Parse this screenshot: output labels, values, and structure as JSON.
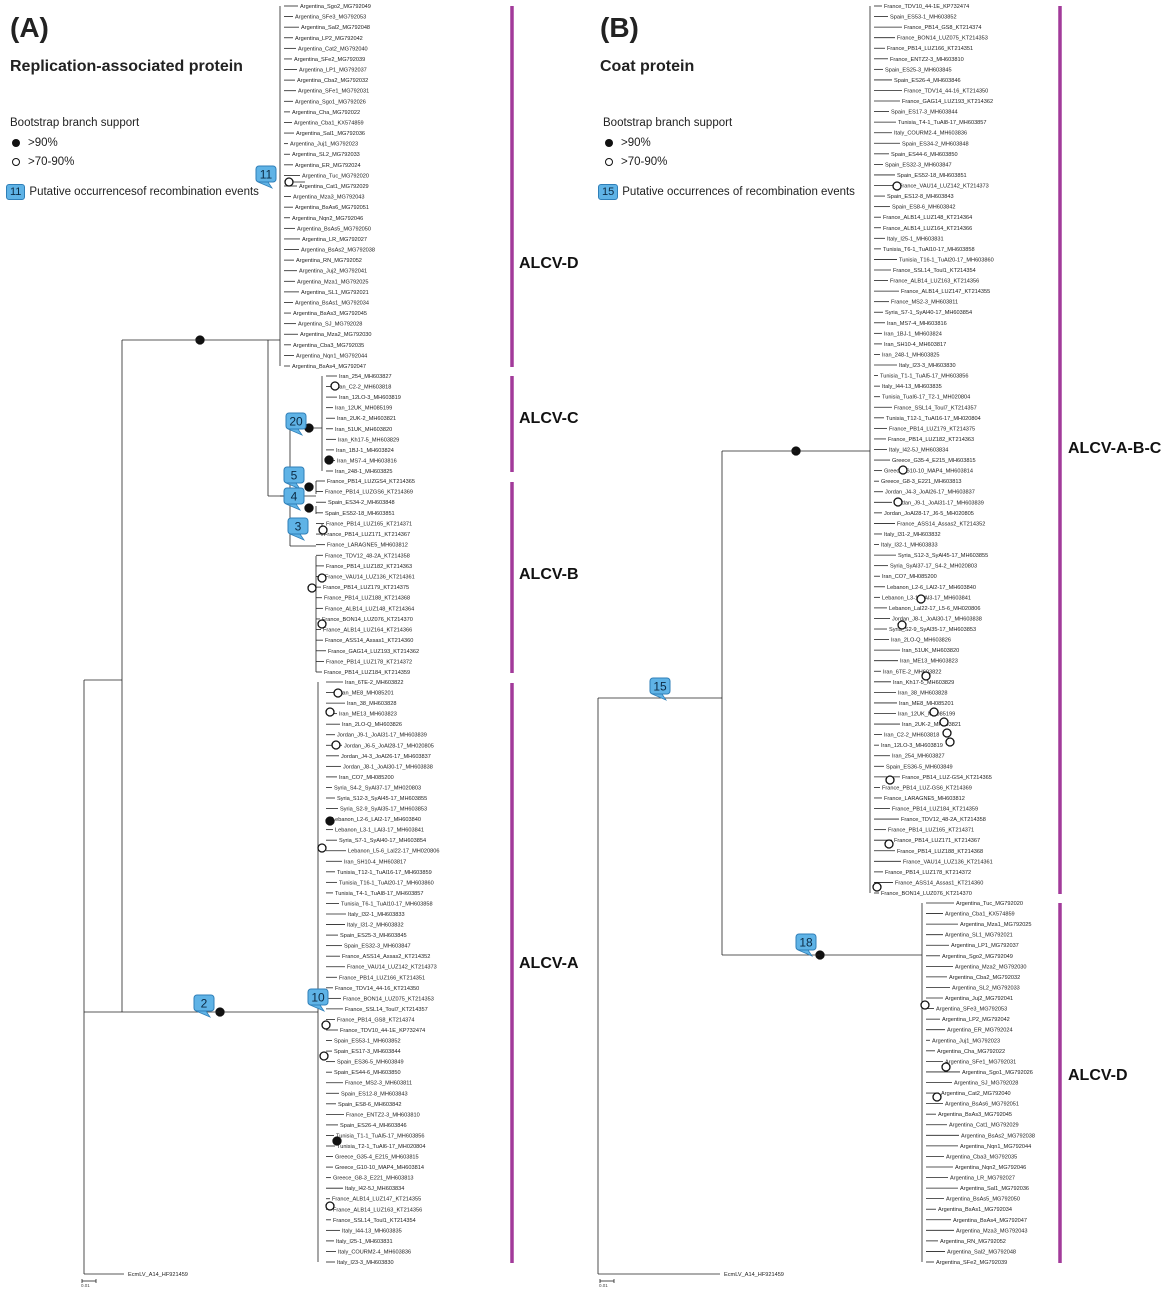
{
  "panelA": {
    "letter": "(A)",
    "title": "Replication-associated protein",
    "legend": {
      "title": "Bootstrap branch support",
      "high": ">90%",
      "mid": ">70-90%",
      "events": "Putative occurrencesof recombination events",
      "events_count": "11"
    },
    "clades": [
      "ALCV-D",
      "ALCV-C",
      "ALCV-B",
      "ALCV-A"
    ],
    "events": [
      "11",
      "20",
      "5",
      "4",
      "3",
      "2",
      "10"
    ],
    "outgroup": "EcmLV_A14_HF921459",
    "scale": "0.01",
    "groups": {
      "D": [
        "Argentina_Sgo2_MG792049",
        "Argentina_SFe3_MG792053",
        "Argentina_Sal2_MG792048",
        "Argentina_LP2_MG792042",
        "Argentina_Cat2_MG792040",
        "Argentina_SFe2_MG792039",
        "Argentina_LP1_MG792037",
        "Argentina_Cba2_MG792032",
        "Argentina_SFe1_MG792031",
        "Argentina_Sgo1_MG792026",
        "Argentina_Cha_MG792022",
        "Argentina_Cba1_KX574859",
        "Argentina_Sal1_MG792036",
        "Argentina_Juj1_MG792023",
        "Argentina_SL2_MG792033",
        "Argentina_ER_MG792024",
        "Argentina_Tuc_MG792020",
        "Argentina_Cat1_MG792029",
        "Argentina_Mza3_MG792043",
        "Argentina_BsAs6_MG792051",
        "Argentina_Nqn2_MG792046",
        "Argentina_BsAs5_MG792050",
        "Argentina_LR_MG792027",
        "Argentina_BsAs2_MG792038",
        "Argentina_RN_MG792052",
        "Argentina_Juj2_MG792041",
        "Argentina_Mza1_MG792025",
        "Argentina_SL1_MG792021",
        "Argentina_BsAs1_MG792034",
        "Argentina_BsAs3_MG792045",
        "Argentina_SJ_MG792028",
        "Argentina_Mza2_MG792030",
        "Argentina_Cba3_MG792035",
        "Argentina_Nqn1_MG792044",
        "Argentina_BsAs4_MG792047"
      ],
      "C": [
        "Iran_254_MH603827",
        "Iran_C2-2_MH603818",
        "Iran_12LO-3_MH603819",
        "Iran_12UK_MH085199",
        "Iran_2UK-2_MH603821",
        "Iran_51UK_MH603820",
        "Iran_Kh17-5_MH603829",
        "Iran_1BJ-1_MH603824",
        "Iran_MS7-4_MH603816",
        "Iran_248-1_MH603825"
      ],
      "B": [
        "France_PB14_LUZGS4_KT214365",
        "France_PB14_LUZGS6_KT214369",
        "Spain_ES34-2_MH603848",
        "Spain_ES52-18_MH603851",
        "France_PB14_LUZ165_KT214371",
        "France_PB14_LUZ171_KT214367",
        "France_LARAGNE5_MH603812",
        "France_TDV12_48-2A_KT214358",
        "France_PB14_LUZ182_KT214363",
        "France_VAU14_LUZ136_KT214361",
        "France_PB14_LUZ179_KT214375",
        "France_PB14_LUZ188_KT214368",
        "France_ALB14_LUZ148_KT214364",
        "France_BON14_LUZ076_KT214370",
        "France_ALB14_LUZ164_KT214366",
        "France_ASS14_Assas1_KT214360",
        "France_GAG14_LUZ193_KT214362",
        "France_PB14_LUZ178_KT214372",
        "France_PB14_LUZ184_KT214359"
      ],
      "A": [
        "Iran_6TE-2_MH603822",
        "Iran_ME8_MH085201",
        "Iran_38_MH603828",
        "Iran_ME13_MH603823",
        "Iran_2LO-Q_MH603826",
        "Jordan_J9-1_JoAl31-17_MH603839",
        "Jordan_J6-5_JoAl28-17_MH020805",
        "Jordan_J4-3_JoAl26-17_MH603837",
        "Jordan_J8-1_JoAl30-17_MH603838",
        "Iran_CO7_MH085200",
        "Syria_S4-2_SyAl37-17_MH020803",
        "Syria_S12-3_SyAl45-17_MH603855",
        "Syria_S2-9_SyAl35-17_MH603853",
        "Lebanon_L2-6_LAl2-17_MH603840",
        "Lebanon_L3-1_LAl3-17_MH603841",
        "Syria_S7-1_SyAl40-17_MH603854",
        "Lebanon_L5-6_Lal22-17_MH020806",
        "Iran_SH10-4_MH603817",
        "Tunisia_T12-1_TuAl16-17_MH603859",
        "Tunisia_T16-1_TuAl20-17_MH603860",
        "Tunisia_T4-1_TuAl8-17_MH603857",
        "Tunisia_T6-1_TuAl10-17_MH603858",
        "Italy_I32-1_MH603833",
        "Italy_I31-2_MH603832",
        "Spain_ES25-3_MH603845",
        "Spain_ES32-3_MH603847",
        "France_ASS14_Assas2_KT214352",
        "France_VAU14_LUZ142_KT214373",
        "France_PB14_LUZ166_KT214351",
        "France_TDV14_44-16_KT214350",
        "France_BON14_LUZ075_KT214353",
        "France_SSL14_Toul7_KT214357",
        "France_PB14_GS8_KT214374",
        "France_TDV10_44-1E_KP732474",
        "Spain_ES53-1_MH603852",
        "Spain_ES17-3_MH603844",
        "Spain_ES36-5_MH603849",
        "Spain_ES44-6_MH603850",
        "France_MS2-3_MH603811",
        "Spain_ES12-8_MH603843",
        "Spain_ES8-6_MH603842",
        "France_ENTZ2-3_MH603810",
        "Spain_ES26-4_MH603846",
        "Tunisia_T1-1_TuAl5-17_MH603856",
        "Tunisia_T2-1_TuAl6-17_MH020804",
        "Greece_G35-4_E215_MH603815",
        "Greece_G10-10_MAP4_MH603814",
        "Greece_G8-3_E221_MH603813",
        "Italy_I42-5J_MH603834",
        "France_ALB14_LUZ147_KT214355",
        "France_ALB14_LUZ163_KT214356",
        "France_SSL14_Toul1_KT214354",
        "Italy_I44-13_MH603835",
        "Italy_I25-1_MH603831",
        "Italy_COURM2-4_MH603836",
        "Italy_I23-3_MH603830"
      ]
    }
  },
  "panelB": {
    "letter": "(B)",
    "title": "Coat protein",
    "legend": {
      "title": "Bootstrap branch support",
      "high": ">90%",
      "mid": ">70-90%",
      "events": "Putative occurrences of recombination events",
      "events_count": "15"
    },
    "clades": [
      "ALCV-A-B-C",
      "ALCV-D"
    ],
    "events": [
      "15",
      "18"
    ],
    "outgroup": "EcmLV_A14_HF921459",
    "scale": "0.01",
    "groups": {
      "ABC": [
        "France_TDV10_44-1E_KP732474",
        "Spain_ES53-1_MH603852",
        "France_PB14_GS8_KT214374",
        "France_BON14_LUZ075_KT214353",
        "France_PB14_LUZ166_KT214351",
        "France_ENTZ2-3_MH603810",
        "Spain_ES25-3_MH603845",
        "Spain_ES26-4_MH603846",
        "France_TDV14_44-16_KT214350",
        "France_GAG14_LUZ193_KT214362",
        "Spain_ES17-3_MH603844",
        "Tunisia_T4-1_TuAl8-17_MH603857",
        "Italy_COURM2-4_MH603836",
        "Spain_ES34-2_MH603848",
        "Spain_ES44-6_MH603850",
        "Spain_ES32-3_MH603847",
        "Spain_ES52-18_MH603851",
        "France_VAU14_LUZ142_KT214373",
        "Spain_ES12-8_MH603843",
        "Spain_ES8-6_MH603842",
        "France_ALB14_LUZ148_KT214364",
        "France_ALB14_LUZ164_KT214366",
        "Italy_I25-1_MH603831",
        "Tunisia_T6-1_TuAl10-17_MH603858",
        "Tunisia_T16-1_TuAl20-17_MH603860",
        "France_SSL14_Toul1_KT214354",
        "France_ALB14_LUZ163_KT214356",
        "France_ALB14_LUZ147_KT214355",
        "France_MS2-3_MH603811",
        "Syria_S7-1_SyAl40-17_MH603854",
        "Iran_MS7-4_MH603816",
        "Iran_1BJ-1_MH603824",
        "Iran_SH10-4_MH603817",
        "Iran_248-1_MH603825",
        "Italy_I23-3_MH603830",
        "Tunisia_T1-1_TuAl5-17_MH603856",
        "Italy_I44-13_MH603835",
        "Tunisia_TuaI6-17_T2-1_MH020804",
        "France_SSL14_Toul7_KT214357",
        "Tunisia_T12-1_TuAl16-17_MH020804",
        "France_PB14_LUZ179_KT214375",
        "France_PB14_LUZ182_KT214363",
        "Italy_I42-5J_MH603834",
        "Greece_G35-4_E215_MH603815",
        "Greece_G10-10_MAP4_MH603814",
        "Greece_G8-3_E221_MH603813",
        "Jordan_J4-3_JoAl26-17_MH603837",
        "Jordan_J9-1_JoAl31-17_MH603839",
        "Jordan_JoAl28-17_J6-5_MH020805",
        "France_ASS14_Assas2_KT214352",
        "Italy_I31-2_MH603832",
        "Italy_I32-1_MH603833",
        "Syria_S12-3_SyAl45-17_MH603855",
        "Syria_SyAl37-17_S4-2_MH020803",
        "Iran_CO7_MH085200",
        "Lebanon_L2-6_LAl2-17_MH603840",
        "Lebanon_L3-1_LAl3-17_MH603841",
        "Lebanon_Lal22-17_L5-6_MH020806",
        "Jordan_J8-1_JoAl30-17_MH603838",
        "Syria_S2-9_SyAl35-17_MH603853",
        "Iran_2LO-Q_MH603826",
        "Iran_51UK_MH603820",
        "Iran_ME13_MH603823",
        "Iran_6TE-2_MH603822",
        "Iran_Kh17-5_MH603829",
        "Iran_38_MH603828",
        "Iran_ME8_MH085201",
        "Iran_12UK_MH085199",
        "Iran_2UK-2_MH603821",
        "Iran_C2-2_MH603818",
        "Iran_12LO-3_MH603819",
        "Iran_254_MH603827",
        "Spain_ES36-5_MH603849",
        "France_PB14_LUZ-GS4_KT214365",
        "France_PB14_LUZ-GS6_KT214369",
        "France_LARAGNE5_MH603812",
        "France_PB14_LUZ184_KT214359",
        "France_TDV12_48-2A_KT214358",
        "France_PB14_LUZ165_KT214371",
        "France_PB14_LUZ171_KT214367",
        "France_PB14_LUZ188_KT214368",
        "France_VAU14_LUZ136_KT214361",
        "France_PB14_LUZ178_KT214372",
        "France_ASS14_Assas1_KT214360",
        "France_BON14_LUZ076_KT214370"
      ],
      "D": [
        "Argentina_Tuc_MG792020",
        "Argentina_Cba1_KX574859",
        "Argentina_Mza1_MG792025",
        "Argentina_SL1_MG792021",
        "Argentina_LP1_MG792037",
        "Argentina_Sgo2_MG792049",
        "Argentina_Mza2_MG792030",
        "Argentina_Cba2_MG792032",
        "Argentina_SL2_MG792033",
        "Argentina_Juj2_MG792041",
        "Argentina_SFe3_MG792053",
        "Argentina_LP2_MG792042",
        "Argentina_ER_MG792024",
        "Argentina_Juj1_MG792023",
        "Argentina_Cha_MG792022",
        "Argentina_SFe1_MG792031",
        "Argentina_Sgo1_MG792026",
        "Argentina_SJ_MG792028",
        "Argentina_Cat2_MG792040",
        "Argentina_BsAs6_MG792051",
        "Argentina_BsAs3_MG792045",
        "Argentina_Cat1_MG792029",
        "Argentina_BsAs2_MG792038",
        "Argentina_Nqn1_MG792044",
        "Argentina_Cba3_MG792035",
        "Argentina_Nqn2_MG792046",
        "Argentina_LR_MG792027",
        "Argentina_Sal1_MG792036",
        "Argentina_BsAs5_MG792050",
        "Argentina_BsAs1_MG792034",
        "Argentina_BsAs4_MG792047",
        "Argentina_Mza3_MG792043",
        "Argentina_RN_MG792052",
        "Argentina_Sal2_MG792048",
        "Argentina_SFe2_MG792039"
      ]
    }
  },
  "colors": {
    "clade_bar": "#a23a9a",
    "badge_fill": "#5fb3e6",
    "badge_border": "#2f7fb8",
    "branch": "#222222"
  }
}
